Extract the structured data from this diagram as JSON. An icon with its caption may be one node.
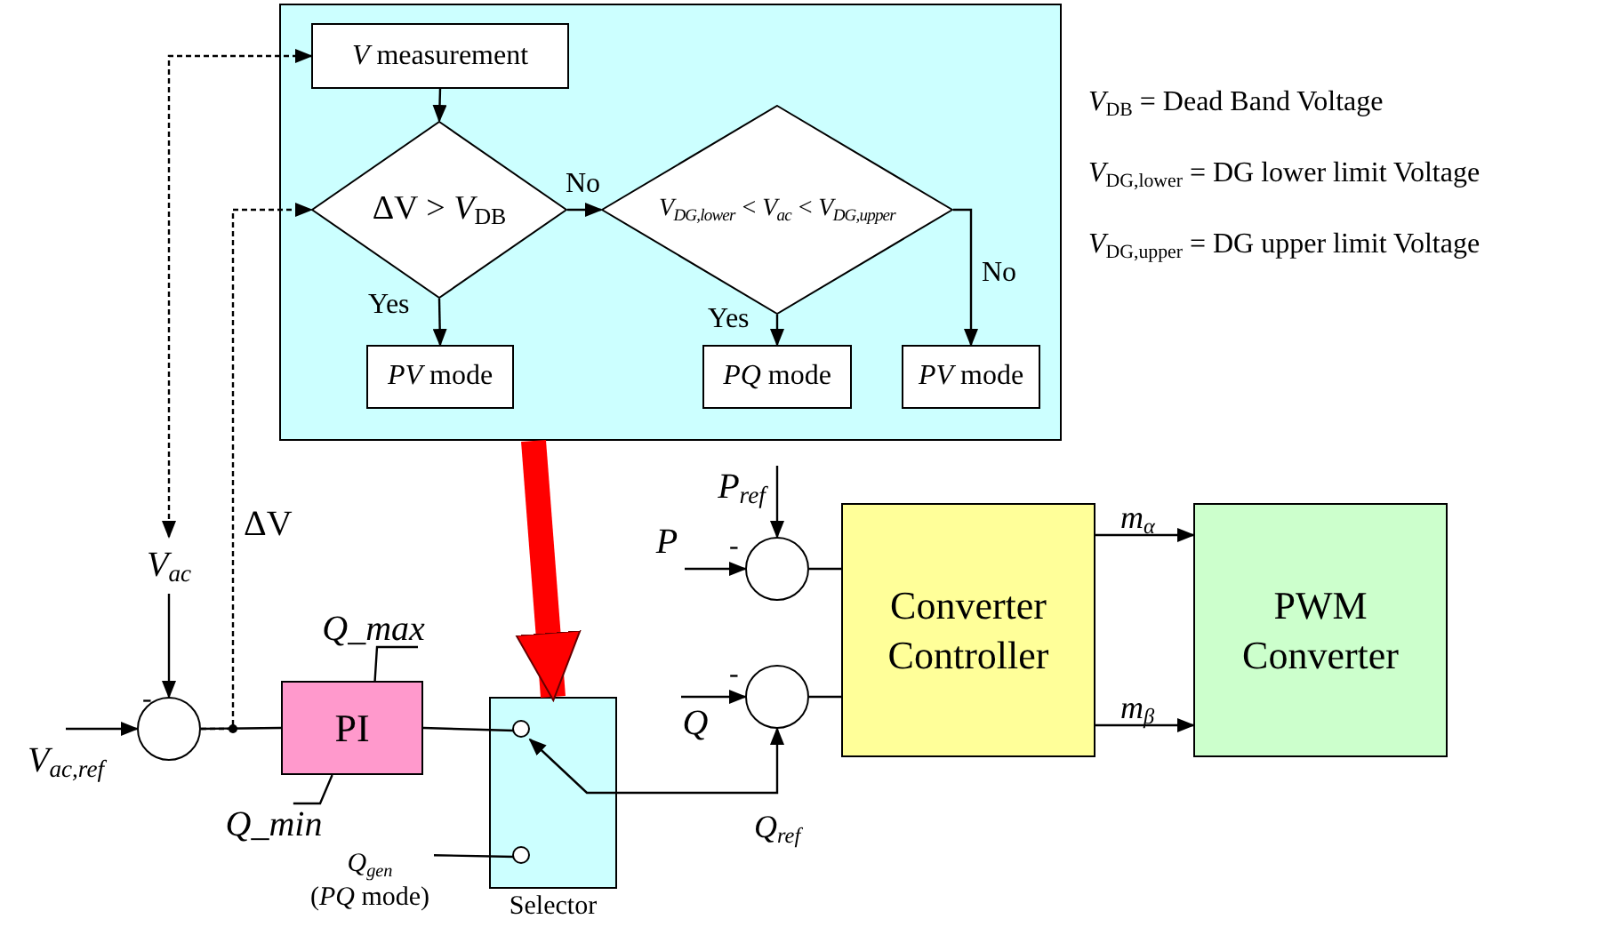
{
  "diagram": {
    "nodes": [
      {
        "text": [],
        "shape": "box"
      },
      {
        "text": [
          "*V* measurement"
        ],
        "in": 0
      },
      {
        "text": [
          "ΔV > *V*$_{DB}$"
        ],
        "in": 0
      },
      {
        "text": [
          "*V*$_{DG,lower}$ < *V*$_{ac}$ < *V*$_{DG,upper}$"
        ],
        "in": 0
      },
      {
        "text": [
          "*PV* mode"
        ],
        "in": 0
      },
      {
        "text": [
          "*PQ* mode"
        ],
        "in": 0
      },
      {
        "text": [
          "*PV* mode"
        ],
        "in": 0
      },
      {
        "text": [
          "V$_{ac}$"
        ]
      },
      {
        "text": [
          "V$_{ac,ref}$"
        ]
      },
      {
        "text": [],
        "shape": "circle"
      },
      {
        "text": [
          "Q_max"
        ]
      },
      {
        "text": [
          "PI"
        ]
      },
      {
        "text": [
          "Q_min"
        ]
      },
      {
        "text": [
          "Selector"
        ]
      },
      {
        "text": [],
        "shape": "circle",
        "in": 13
      },
      {
        "text": [],
        "shape": "circle",
        "in": 13
      },
      {
        "text": [
          "Q$_{gen}$",
          "(*PQ* mode)"
        ]
      },
      {
        "text": [
          "P$_{ref}$"
        ]
      },
      {
        "text": [
          "P"
        ]
      },
      {
        "text": [],
        "shape": "circle"
      },
      {
        "text": [
          "Q"
        ]
      },
      {
        "text": [],
        "shape": "circle"
      },
      {
        "text": [
          "Converter Controller"
        ]
      },
      {
        "text": [
          "PWM Converter"
        ]
      }
    ],
    "edges": [
      {
        "from": 7,
        "to": 1,
        "arrow": "both",
        "style": "dashed"
      },
      {
        "from": 1,
        "to": 2,
        "arrow": "to"
      },
      {
        "from": 2,
        "to": 3,
        "arrow": "to",
        "label": "No"
      },
      {
        "from": 2,
        "to": 4,
        "arrow": "to",
        "label": "Yes"
      },
      {
        "from": 3,
        "to": 5,
        "arrow": "to",
        "label": "Yes"
      },
      {
        "from": 3,
        "to": 6,
        "arrow": "to",
        "label": "No"
      },
      {
        "from": 9,
        "to": 2,
        "arrow": "to",
        "style": "dashed",
        "label": "ΔV"
      },
      {
        "from": 9,
        "to": 11,
        "arrow": "none"
      },
      {
        "from": 8,
        "to": 9,
        "arrow": "to"
      },
      {
        "from": 7,
        "to": 9,
        "arrow": "to"
      },
      {
        "from": 10,
        "to": 11,
        "arrow": "none"
      },
      {
        "from": 12,
        "to": 11,
        "arrow": "none"
      },
      {
        "from": 0,
        "to": 13,
        "arrow": "to",
        "style": "thick",
        "color": "#ff0000"
      },
      {
        "from": 11,
        "to": 14,
        "arrow": "none"
      },
      {
        "from": 16,
        "to": 15,
        "arrow": "none"
      },
      {
        "from": 14,
        "to": 21,
        "arrow": "both",
        "label": "Q$_{ref}$"
      },
      {
        "from": 17,
        "to": 19,
        "arrow": "to"
      },
      {
        "from": 18,
        "to": 19,
        "arrow": "to"
      },
      {
        "from": 20,
        "to": 21,
        "arrow": "to"
      },
      {
        "from": 19,
        "to": 22,
        "arrow": "none"
      },
      {
        "from": 21,
        "to": 22,
        "arrow": "none"
      },
      {
        "from": 22,
        "to": 23,
        "arrow": "to",
        "label": "m$_{α}$"
      },
      {
        "from": 22,
        "to": 23,
        "arrow": "to",
        "label": "m$_{β}$"
      }
    ],
    "labels": [
      "-",
      "-",
      "-",
      "*V*$_{DB}$ = Dead Band Voltage",
      "*V*$_{DG,lower}$ = DG lower limit Voltage",
      "*V*$_{DG,upper}$ = DG upper limit Voltage"
    ]
  }
}
